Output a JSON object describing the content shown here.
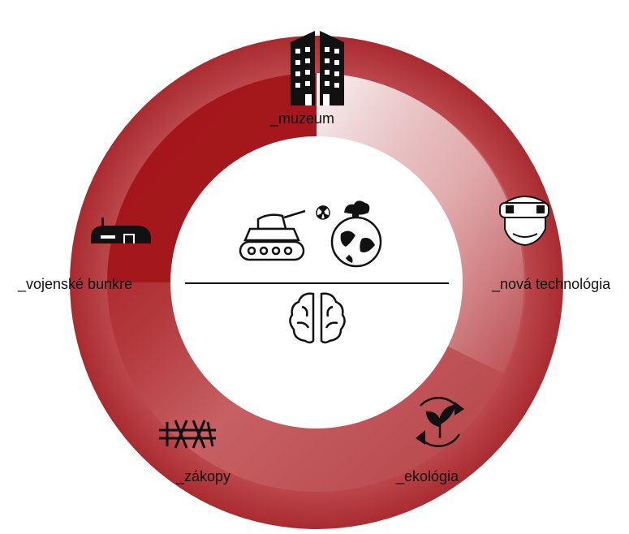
{
  "colors": {
    "accent": "#a01418",
    "outer_ring": "#b9484c",
    "inner_light": "#f4dfe0",
    "icon": "#111111"
  },
  "segments": [
    {
      "label": "_muzeum",
      "icon": "building-icon"
    },
    {
      "label": "_nová technológia",
      "icon": "vr-headset-icon"
    },
    {
      "label": "_ekológia",
      "icon": "recycle-plant-icon"
    },
    {
      "label": "_zákopy",
      "icon": "barbed-wire-icon"
    },
    {
      "label": "_vojenské bunkre",
      "icon": "bunker-icon"
    }
  ],
  "center": {
    "top_icons": [
      "tank-icon",
      "radiation-earth-icon"
    ],
    "bottom_icon": "brain-icon"
  }
}
